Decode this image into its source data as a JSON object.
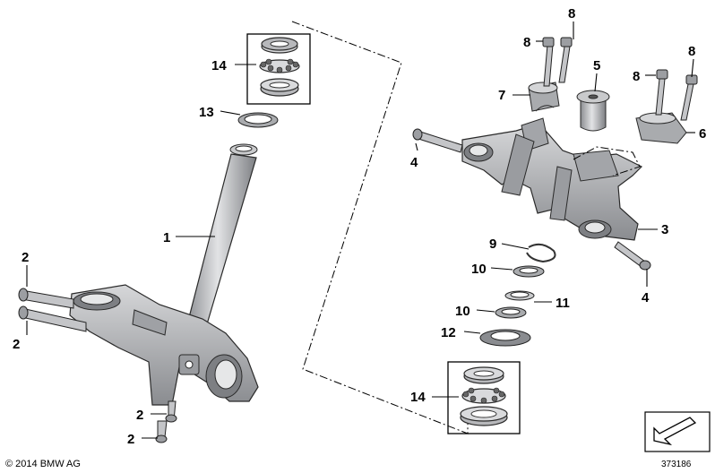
{
  "labels": {
    "l1": "1",
    "l2": "2",
    "l3": "3",
    "l4": "4",
    "l5": "5",
    "l6": "6",
    "l7": "7",
    "l8": "8",
    "l9": "9",
    "l10": "10",
    "l11": "11",
    "l12": "12",
    "l13": "13",
    "l14": "14"
  },
  "copyright": "© 2014 BMW AG",
  "diagram_number": "373186",
  "icons": [
    "direction-arrow-icon"
  ]
}
